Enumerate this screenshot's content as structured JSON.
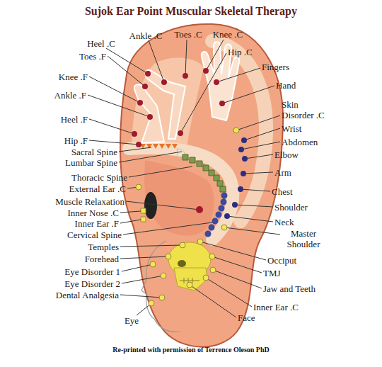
{
  "diagram": {
    "title": "Sujok Ear Point Muscular Skeletal Therapy",
    "caption": "Re-printed with permission of Terrence Oleson PhD",
    "labels": [
      "Heel .C",
      "Ankle .C",
      "Toes .C",
      "Knee .C",
      "Hip .C",
      "Fingers",
      "Hand",
      "Skin Disorder .C",
      "Wrist",
      "Abdomen",
      "Elbow",
      "Arm",
      "Chest",
      "Shoulder",
      "Neck",
      "Master Shoulder",
      "Occiput",
      "TMJ",
      "Jaw and Teeth",
      "Inner Ear .C",
      "Face",
      "Toes .F",
      "Knee .F",
      "Ankle .F",
      "Heel .F",
      "Hip .F",
      "Sacral Spine",
      "Lumbar Spine",
      "Thoracic Spine",
      "External Ear .C",
      "Muscle Relaxation",
      "Inner Nose .C",
      "Inner Ear .F",
      "Cervical Spine",
      "Temples",
      "Forehead",
      "Eye Disorder 1",
      "Eye Disorder 2",
      "Dental Analgesia",
      "Eye"
    ]
  }
}
